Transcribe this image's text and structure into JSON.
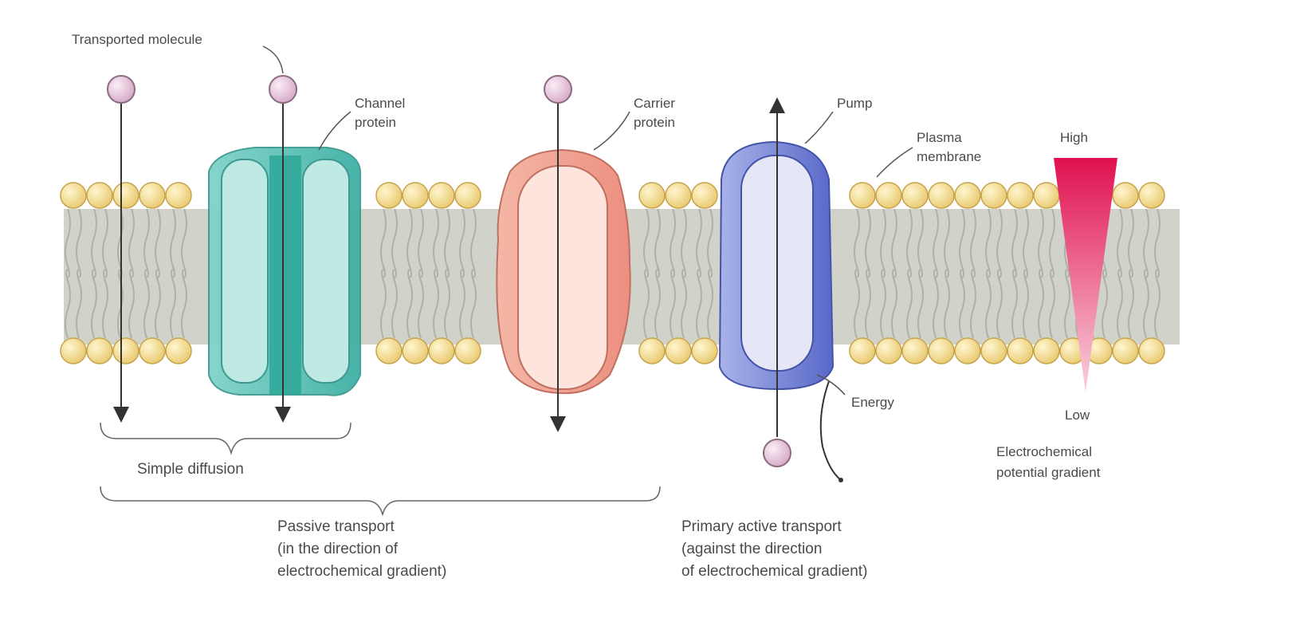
{
  "labels": {
    "transported_molecule": "Transported molecule",
    "channel_protein": [
      "Channel",
      "protein"
    ],
    "carrier_protein": [
      "Carrier",
      "protein"
    ],
    "pump": "Pump",
    "plasma_membrane": [
      "Plasma",
      "membrane"
    ],
    "high": "High",
    "low": "Low",
    "energy": "Energy",
    "gradient_caption": [
      "Electrochemical",
      "potential gradient"
    ],
    "simple_diffusion": "Simple diffusion",
    "passive_transport": [
      "Passive transport",
      "(in the direction of",
      "electrochemical gradient)"
    ],
    "primary_active_transport": [
      "Primary active transport",
      "(against the direction",
      "of electrochemical gradient)"
    ]
  },
  "colors": {
    "lipid_head": "#f3d98a",
    "lipid_head_stroke": "#c7a54e",
    "tails": "#cdd0c8",
    "channel": "#5cc2b8",
    "carrier": "#f2a99a",
    "pump": "#7f8ed6",
    "molecule": "#e7c7dc",
    "gradient_high": "#e0104f",
    "gradient_low": "#f7c3d3",
    "line": "#333333"
  },
  "icons": {
    "molecule": "sphere",
    "gradient": "wedge-arrow"
  }
}
